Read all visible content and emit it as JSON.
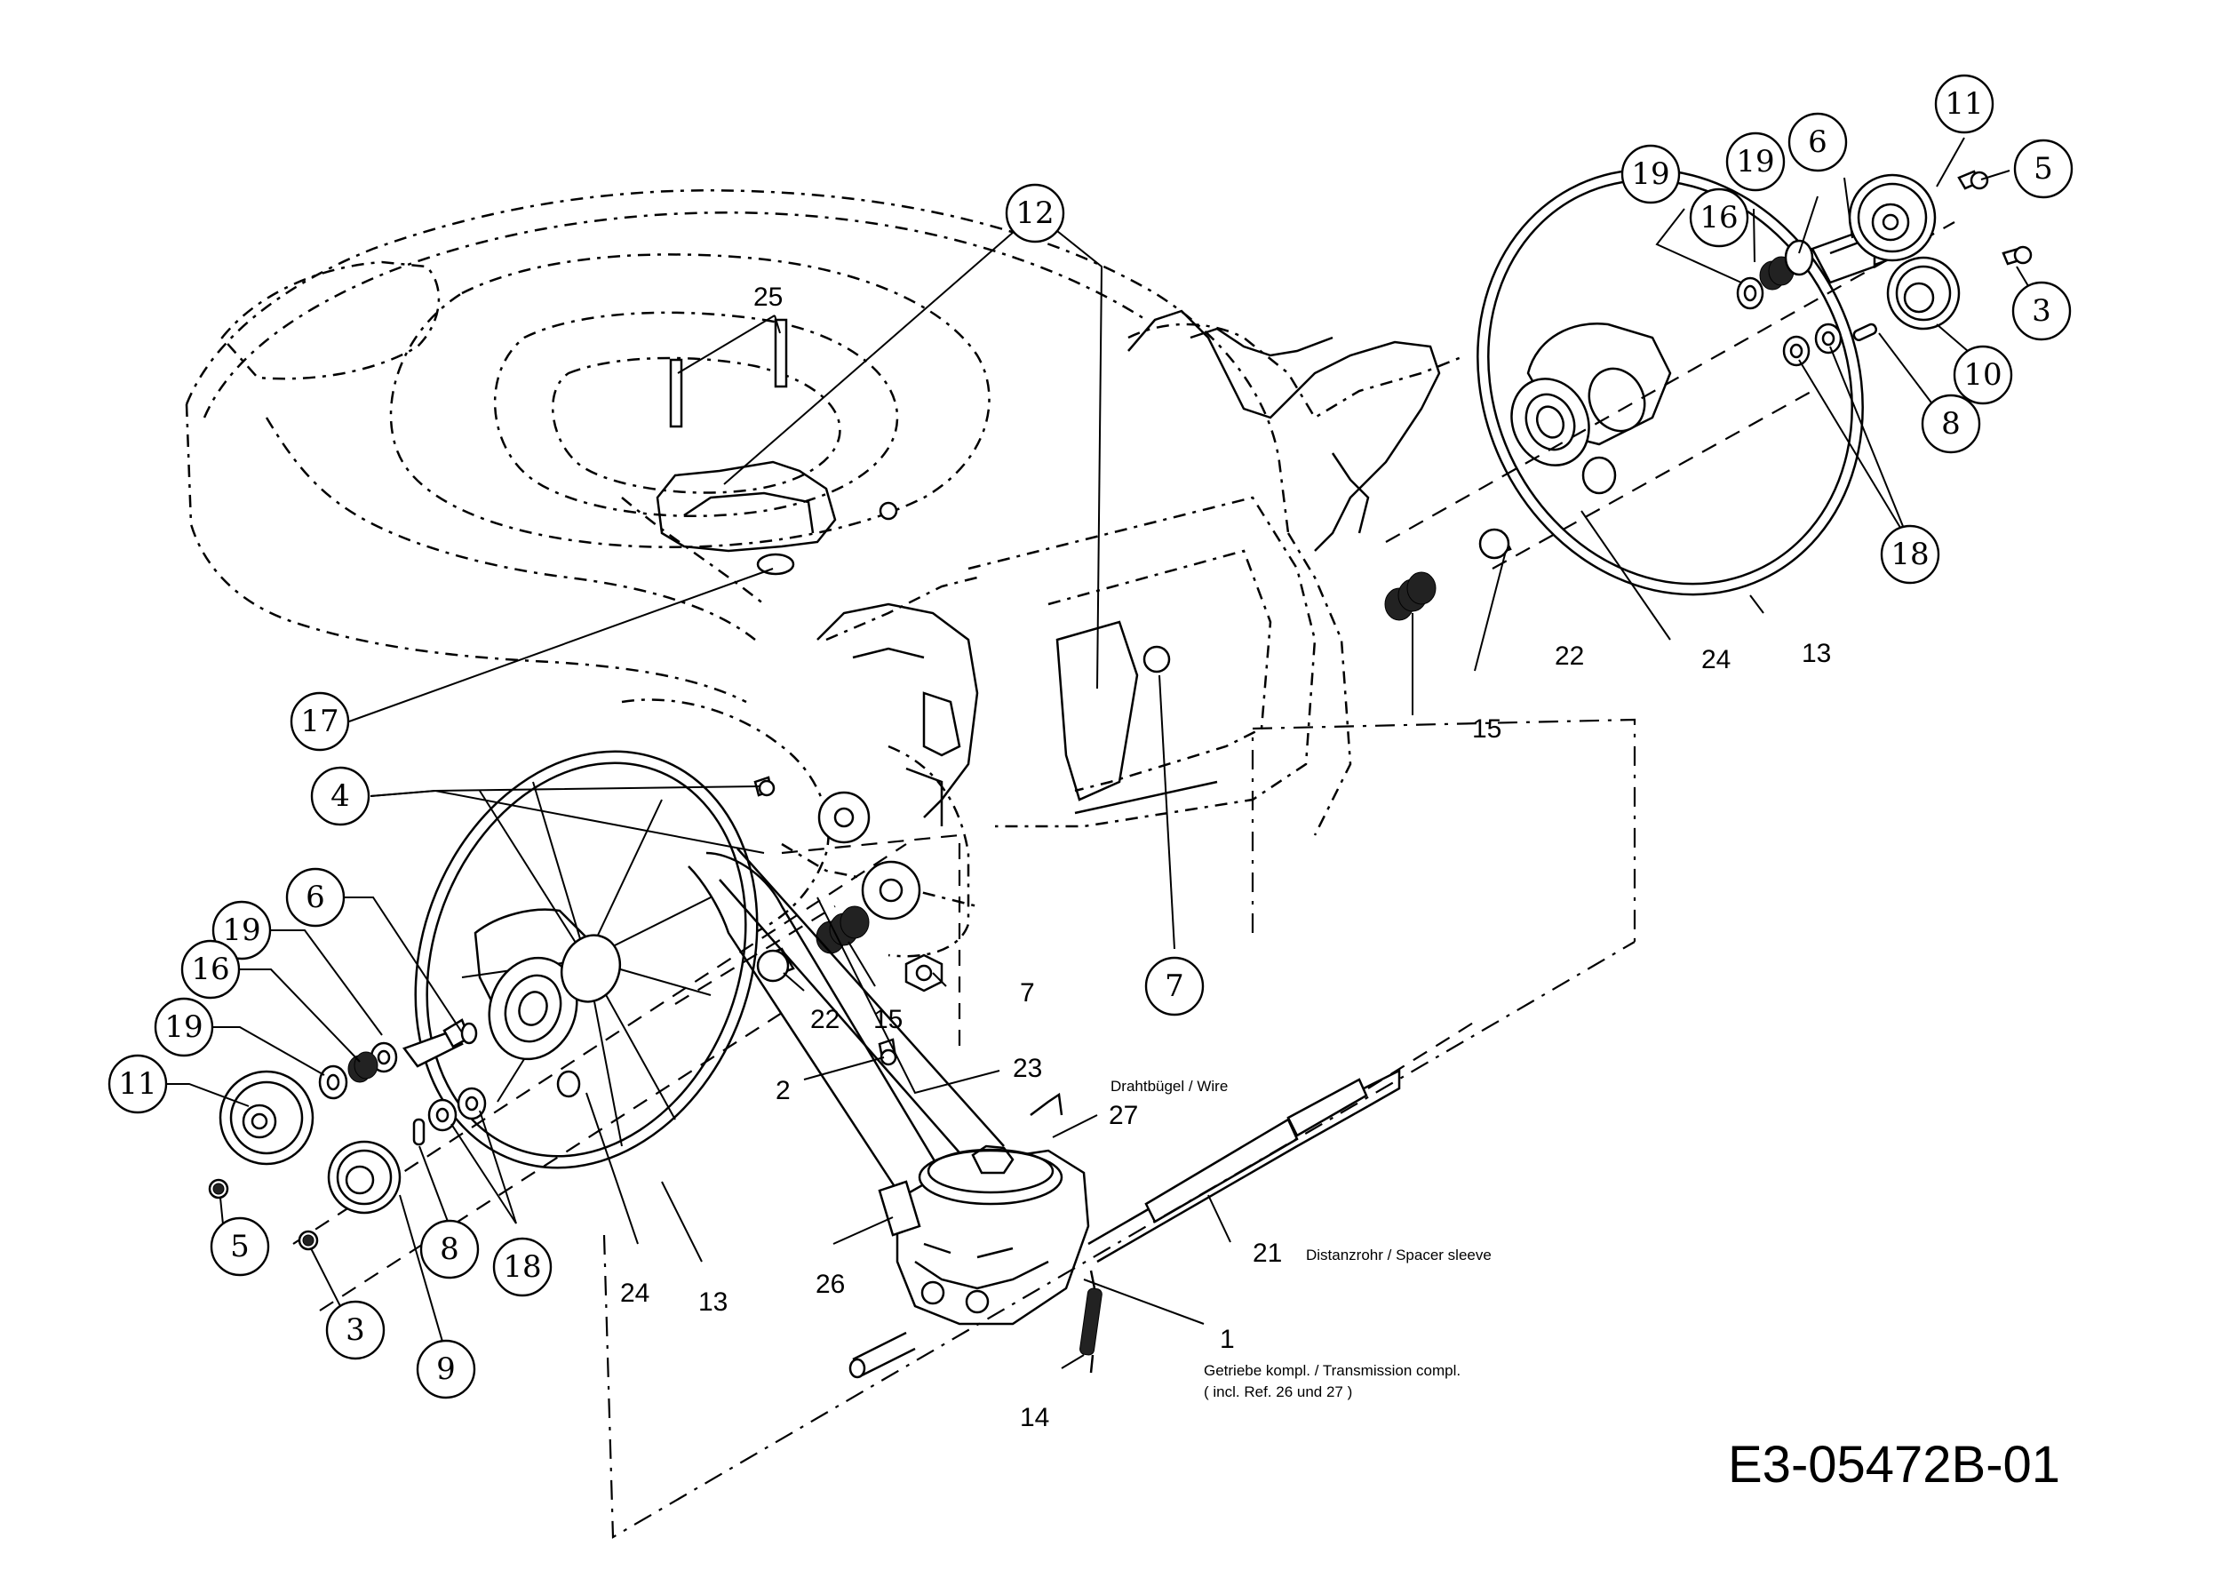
{
  "diagram": {
    "title": "Exploded parts diagram - lawn mower drive / transmission",
    "drawing_id": "E3-05472B-01",
    "circled_callouts": [
      {
        "key": "c12",
        "label": "12"
      },
      {
        "key": "c25",
        "label": "25"
      },
      {
        "key": "c17",
        "label": "17"
      },
      {
        "key": "c4",
        "label": "4"
      },
      {
        "key": "c6_left",
        "label": "6"
      },
      {
        "key": "c19_left_top",
        "label": "19"
      },
      {
        "key": "c16_left",
        "label": "16"
      },
      {
        "key": "c19_left_bottom",
        "label": "19"
      },
      {
        "key": "c11_left",
        "label": "11"
      },
      {
        "key": "c5_left",
        "label": "5"
      },
      {
        "key": "c3_left",
        "label": "3"
      },
      {
        "key": "c9",
        "label": "9"
      },
      {
        "key": "c8_left",
        "label": "8"
      },
      {
        "key": "c18_left",
        "label": "18"
      },
      {
        "key": "c7_center",
        "label": "7"
      },
      {
        "key": "c19_right_a",
        "label": "19"
      },
      {
        "key": "c19_right_b",
        "label": "19"
      },
      {
        "key": "c16_right",
        "label": "16"
      },
      {
        "key": "c6_right",
        "label": "6"
      },
      {
        "key": "c11_right",
        "label": "11"
      },
      {
        "key": "c5_right",
        "label": "5"
      },
      {
        "key": "c3_right",
        "label": "3"
      },
      {
        "key": "c10",
        "label": "10"
      },
      {
        "key": "c8_right",
        "label": "8"
      },
      {
        "key": "c18_right",
        "label": "18"
      }
    ],
    "plain_callouts": {
      "n22_right": "22",
      "n24_right": "24",
      "n13_right": "13",
      "n15_right": "15",
      "n22_left": "22",
      "n15_left": "15",
      "n7_left": "7",
      "n23": "23",
      "n2": "2",
      "n27": "27",
      "n21": "21",
      "n24_left": "24",
      "n13_left": "13",
      "n26": "26",
      "n1": "1",
      "n14": "14"
    },
    "descriptions": {
      "wire": "Drahtbügel / Wire",
      "spacer": "Distanzrohr / Spacer sleeve",
      "transmission_line1": "Getriebe kompl. / Transmission compl.",
      "transmission_line2": "( incl. Ref. 26 und 27  )"
    }
  }
}
